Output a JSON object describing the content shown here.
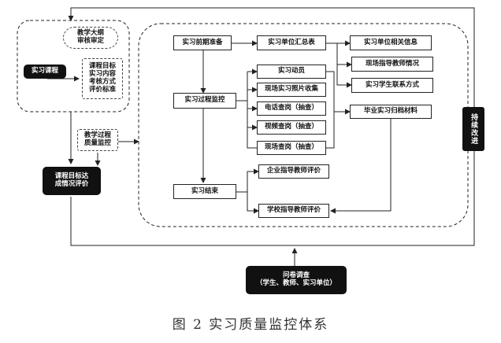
{
  "diagram": {
    "box_course_teaching": "教学大纲\n审核审定",
    "box_internship_course": "实习课程",
    "box_course_goals": "课程目标\n实习内容\n考核方式\n评价标准",
    "box_teaching_process": "教学过程\n质量监控",
    "box_goal_evaluation": "课程目标达\n成情况评价",
    "box_survey": "问卷调查\n（学生、教师、实习单位）",
    "box_continuous_improvement": "持续改进",
    "box_preparation": "实习前期准备",
    "box_unit_summary": "实习单位汇总表",
    "box_unit_info": "实习单位相关信息",
    "box_onsite_supervisor": "现场指导教师情况",
    "box_student_contact": "实习学生联系方式",
    "box_process_monitoring": "实习过程监控",
    "box_mobilization": "实习动员",
    "box_photo_collection": "现场实习照片收集",
    "box_phone_check": "电话查岗（抽查）",
    "box_video_check": "视频查岗（抽查）",
    "box_onsite_check": "现场查岗（抽查）",
    "box_archive": "毕业实习归档材料",
    "box_end": "实习结束",
    "box_company_eval": "企业指导教师评价",
    "box_school_eval": "学校指导教师评价"
  },
  "caption": "图 2  实习质量监控体系"
}
